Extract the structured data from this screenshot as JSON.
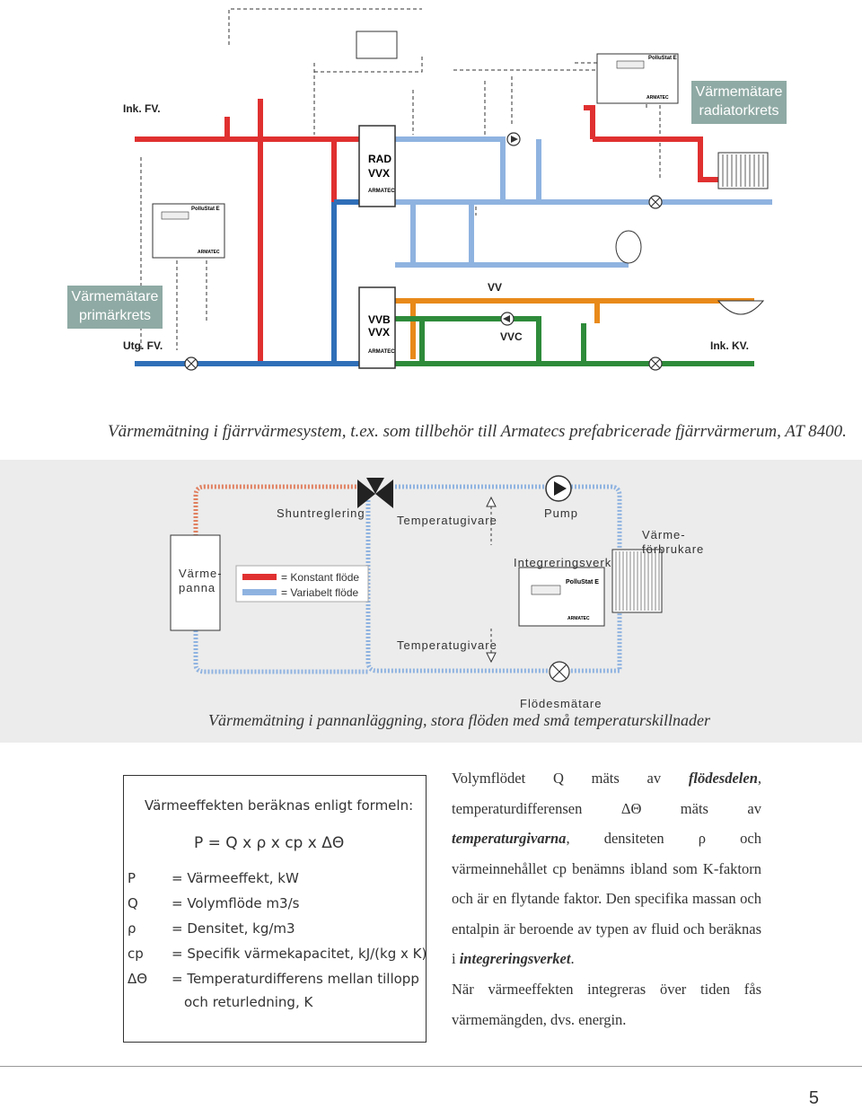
{
  "diagram1": {
    "labels": {
      "ink_fv": "Ink. FV.",
      "utg_fv": "Utg. FV.",
      "rad_vvx": [
        "RAD",
        "VVX"
      ],
      "vvb_vvx": [
        "VVB",
        "VVX"
      ],
      "vv": "VV",
      "vvc": "VVC",
      "ink_kv": "Ink. KV.",
      "brand": "ARMATEC",
      "meter_name": "PolluStat E"
    },
    "box_radiator": [
      "Värmemätare",
      "radiatorkrets"
    ],
    "box_primary": [
      "Värmemätare",
      "primärkrets"
    ],
    "caption": "Värmemätning i fjärrvärmesystem, t.ex. som tillbehör till Armatecs prefabricerade fjärrvärmerum, AT 8400."
  },
  "diagram2": {
    "shuntreglering": "Shuntreglering",
    "temperaturgivare_top": "Temperatugivare",
    "pump": "Pump",
    "integreringsverk": "Integreringsverk",
    "varmeforbrukare": [
      "Värme-",
      "förbrukare"
    ],
    "varmepanna": [
      "Värme-",
      "panna"
    ],
    "legend_constant": "= Konstant flöde",
    "legend_variable": "= Variabelt flöde",
    "temperaturgivare_bottom": "Temperatugivare",
    "flodesmatare": "Flödesmätare",
    "meter_name": "PolluStat E",
    "brand": "ARMATEC",
    "caption": "Värmemätning i pannanläggning, stora flöden med små temperaturskillnader"
  },
  "formula": {
    "intro": "Värmeeffekten beräknas enligt formeln:",
    "equation": "P = Q x ρ x cp x ΔΘ",
    "definitions": [
      {
        "sym": "P",
        "desc": "= Värmeeffekt, kW"
      },
      {
        "sym": "Q",
        "desc": "= Volymflöde m3/s"
      },
      {
        "sym": "ρ",
        "desc": "= Densitet, kg/m3"
      },
      {
        "sym": "cp",
        "desc": "= Specifik värmekapacitet, kJ/(kg x K)"
      },
      {
        "sym": "ΔΘ",
        "desc": "= Temperaturdifferens mellan tillopp"
      },
      {
        "sym": "",
        "desc": "och returledning, K"
      }
    ]
  },
  "text": {
    "p1_a": "Volymflödet Q mäts av ",
    "p1_b": "flödesdelen",
    "p1_c": ", temperaturdifferensen ΔΘ mäts av ",
    "p1_d": "temperaturgivarna",
    "p1_e": ", densiteten ρ och värmeinnehållet cp benämns ibland som K-faktorn och är en flytande faktor. Den specifika massan och entalpin är beroende av typen av fluid och beräknas i ",
    "p1_f": "integreringsverket",
    "p1_g": ".",
    "p2": "När värmeeffekten integreras över tiden fås värmemängden, dvs. energin."
  },
  "colors": {
    "supply_red": "#e03030",
    "return_blue": "#2f6fb8",
    "light_blue": "#8fb3e0",
    "orange": "#e88a1a",
    "green": "#2e8b3a",
    "accent_box": "#8faaa4"
  },
  "page_number": "5"
}
